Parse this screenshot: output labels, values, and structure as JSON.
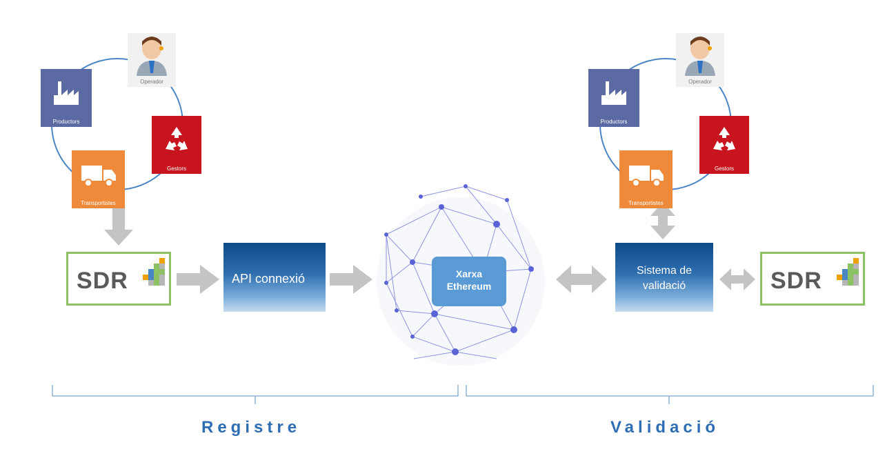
{
  "left_cluster": {
    "producers": "Productors",
    "operator": "Operador",
    "managers": "Gestors",
    "transporters": "Transportistes"
  },
  "right_cluster": {
    "producers": "Productors",
    "operator": "Operador",
    "managers": "Gestors",
    "transporters": "Transportistes"
  },
  "left_sdr": "SDR",
  "right_sdr": "SDR",
  "api": "API connexió",
  "network": {
    "line1": "Xarxa",
    "line2": "Ethereum"
  },
  "validation_system": {
    "line1": "Sistema de",
    "line2": "validació"
  },
  "sections": {
    "register": "Registre",
    "validation": "Validació"
  },
  "colors": {
    "producers": "#5b6aa3",
    "managers": "#c8141e",
    "transporters": "#ef8a3a",
    "sdr_border": "#8cc264",
    "network_box": "#5b9bd5",
    "section_text": "#2e6db4",
    "arrow": "#c4c4c4"
  }
}
